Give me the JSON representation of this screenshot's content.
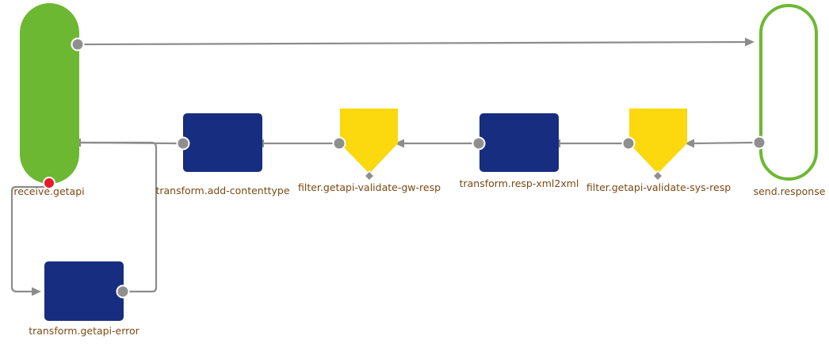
{
  "colors": {
    "start_node": "#6db833",
    "end_node_stroke": "#6db833",
    "transform_node": "#172d80",
    "filter_node": "#fcd80e",
    "edge": "#8c8c8c",
    "port": "#8f8f8f",
    "error_port": "#e8192c",
    "label": "#7a4a14"
  },
  "nodes": {
    "receive": {
      "label": "receive.getapi",
      "kind": "start"
    },
    "send": {
      "label": "send.response",
      "kind": "end"
    },
    "add_contenttype": {
      "label": "transform.add-contenttype",
      "kind": "transform"
    },
    "validate_gw": {
      "label": "filter.getapi-validate-gw-resp",
      "kind": "filter"
    },
    "xml2xml": {
      "label": "transform.resp-xml2xml",
      "kind": "transform"
    },
    "validate_sys": {
      "label": "filter.getapi-validate-sys-resp",
      "kind": "filter"
    },
    "error": {
      "label": "transform.getapi-error",
      "kind": "transform"
    }
  },
  "edges": [
    {
      "from": "receive",
      "to": "send"
    },
    {
      "from": "send",
      "to": "validate_sys"
    },
    {
      "from": "validate_sys",
      "to": "xml2xml"
    },
    {
      "from": "xml2xml",
      "to": "validate_gw"
    },
    {
      "from": "validate_gw",
      "to": "add_contenttype"
    },
    {
      "from": "add_contenttype",
      "to": "receive"
    },
    {
      "from": "receive",
      "to": "error",
      "type": "error"
    },
    {
      "from": "error",
      "to": "receive"
    }
  ]
}
